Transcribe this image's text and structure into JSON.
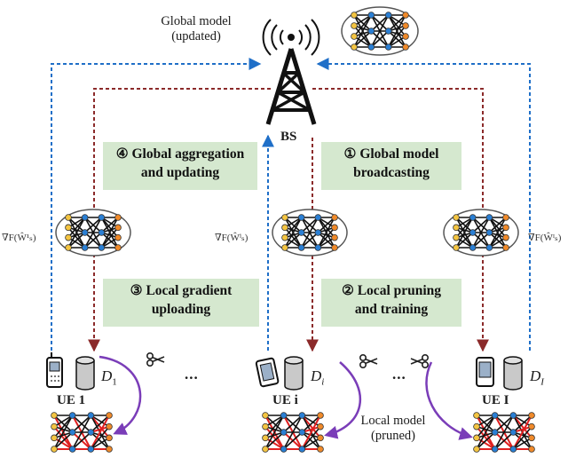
{
  "labels": {
    "global_model": "Global model",
    "global_model_sub": "(updated)",
    "bs": "BS",
    "local_model": "Local model",
    "local_model_sub": "(pruned)",
    "dots": "...",
    "ellipsis_center": "..."
  },
  "steps": {
    "s4_line1": "④ Global aggregation",
    "s4_line2": "and updating",
    "s1_line1": "① Global model",
    "s1_line2": "broadcasting",
    "s3_line1": "③ Local gradient",
    "s3_line2": "uploading",
    "s2_line1": "② Local pruning",
    "s2_line2": "and training"
  },
  "gradients": {
    "left": "∇F(Ŵ¹ₛ)",
    "middle": "∇F(Ŵⁱₛ)",
    "right": "∇F(Ŵᴵₛ)"
  },
  "ues": [
    {
      "label": "UE 1",
      "dataset": "D",
      "dataset_sub": "1"
    },
    {
      "label": "UE i",
      "dataset": "D",
      "dataset_sub": "i"
    },
    {
      "label": "UE I",
      "dataset": "D",
      "dataset_sub": "I"
    }
  ],
  "colors": {
    "blue_arrow": "#1f6fc8",
    "red_arrow": "#8b2a2a",
    "green_box": "#d5e8cf",
    "purple_arrow": "#7a3db8",
    "node_blue": "#2a7fd4",
    "node_orange": "#f08a2a",
    "node_yellow": "#f4c542",
    "pruned_red": "#e02020"
  },
  "icons": [
    "cell-tower-icon",
    "neural-net-icon",
    "phone-icon",
    "database-icon",
    "scissors-icon"
  ]
}
